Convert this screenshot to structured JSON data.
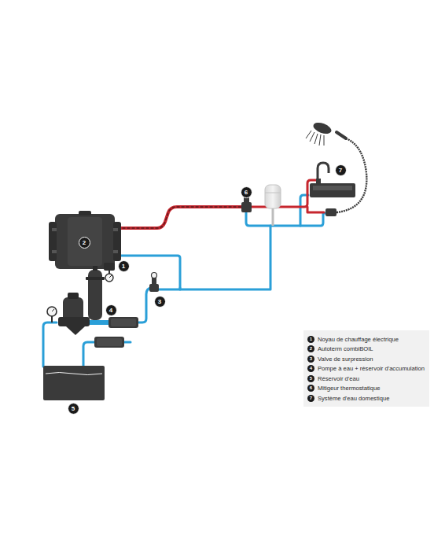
{
  "diagram": {
    "labels": [
      "1",
      "2",
      "3",
      "4",
      "5",
      "6",
      "7",
      "1",
      "2",
      "3",
      "4",
      "5",
      "6",
      "7"
    ],
    "legend": [
      {
        "text": "Noyau de chauffage électrique"
      },
      {
        "text": "Autoterm combiBOIL"
      },
      {
        "text": "Valve de surpression"
      },
      {
        "text": "Pompe à eau + réservoir d'accumulation"
      },
      {
        "text": "Réservoir d'eau"
      },
      {
        "text": "Mitigeur thermostatique"
      },
      {
        "text": "Système d'eau domestique"
      }
    ]
  }
}
